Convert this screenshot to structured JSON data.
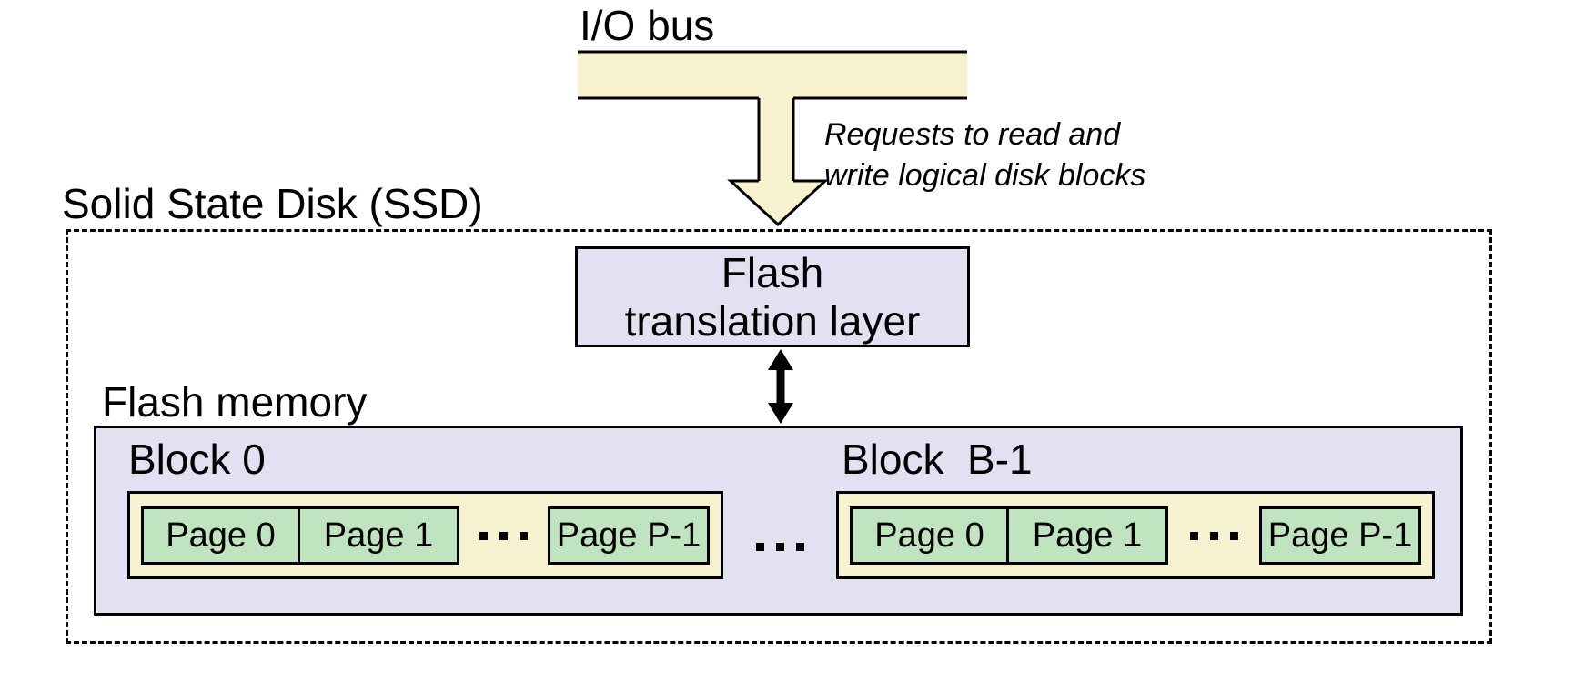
{
  "colors": {
    "cream": "#F6F2CF",
    "lavender": "#E1E1F2",
    "green": "#BFE4BF",
    "ink": "#000000"
  },
  "io_bus": {
    "label": "I/O bus"
  },
  "request_note": {
    "line1": "Requests to read and",
    "line2": "write logical disk blocks"
  },
  "ssd": {
    "label": "Solid State Disk (SSD)"
  },
  "ftl": {
    "line1": "Flash",
    "line2": "translation layer"
  },
  "flash_memory": {
    "label": "Flash memory",
    "blocks": [
      {
        "label": "Block 0",
        "pages": [
          "Page 0",
          "Page 1",
          "Page P-1"
        ]
      },
      {
        "label": "Block  B-1",
        "pages": [
          "Page 0",
          "Page 1",
          "Page P-1"
        ]
      }
    ]
  },
  "icons": {
    "bus_arrow": "down-arrow",
    "ftl_flash_link": "double-headed-vertical-arrow",
    "ellipsis": "three-square-dots"
  }
}
